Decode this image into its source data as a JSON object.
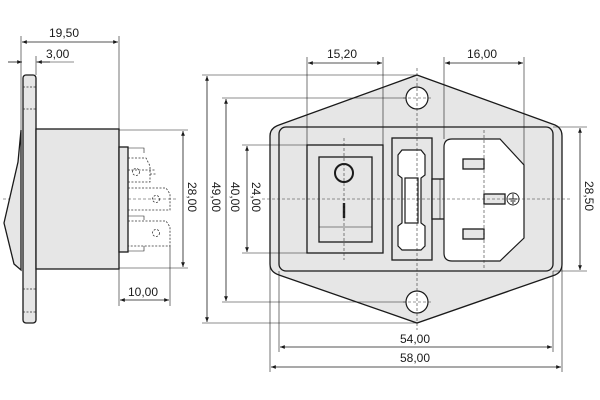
{
  "drawing": {
    "side_view": {
      "overall_depth": "19,50",
      "flange_thickness": "3,00",
      "body_height": "28,00",
      "terminal_length": "10,00"
    },
    "front_view": {
      "switch_width": "15,20",
      "socket_width": "16,00",
      "inner_height": "28,50",
      "switch_height": "24,00",
      "hole_spacing": "40,00",
      "flange_height": "49,00",
      "inner_width": "54,00",
      "flange_width": "58,00",
      "switch_off_symbol": "O",
      "switch_on_symbol": "I"
    }
  }
}
